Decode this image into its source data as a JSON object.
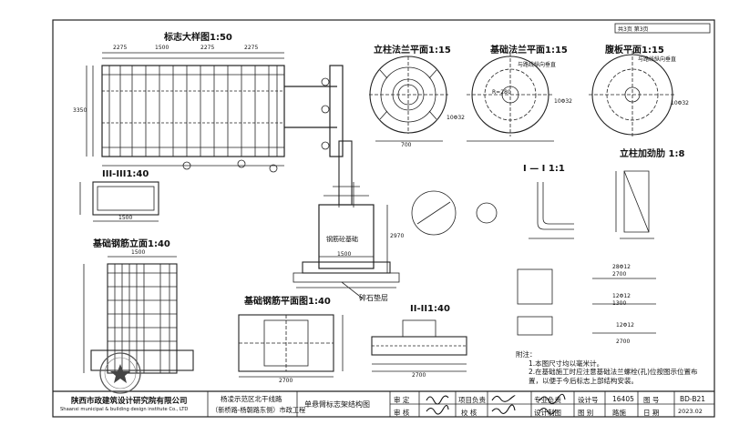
{
  "page_no": "共3页 第3页",
  "views": {
    "sign_detail": "标志大样图1:50",
    "column_flange": "立柱法兰平面1:15",
    "base_flange": "基础法兰平面1:15",
    "rib_plate": "腹板平面1:15",
    "section_3": "III-III1:40",
    "column_stiffener": "立柱加劲肋 1:8",
    "section_1": "I — I 1:1",
    "foundation_rebar_elev": "基础钢筋立面1:40",
    "foundation_rebar_plan": "基础钢筋平面图1:40",
    "section_2": "II-II1:40"
  },
  "dims": {
    "sign_top": [
      "2275",
      "1500",
      "2275",
      "2275"
    ],
    "sign_left": "3350",
    "base_w": "1500",
    "base_h": "2970",
    "plan_w": "2700",
    "sec2_w": "2700",
    "sec3_w": "1500",
    "rebar_w": "1500",
    "flange_d": "700",
    "flange_r": "R=280",
    "bolt_spec": "10Φ32",
    "rib_note": "与路线纵向垂直",
    "rebar_notes": [
      "28Φ12",
      "2700",
      "12Φ12",
      "1300",
      "12Φ12",
      "2700"
    ]
  },
  "labels": {
    "concrete_base": "钢筋砼基础",
    "gravel_layer": "碎石垫层"
  },
  "notes": {
    "heading": "附注：",
    "items": [
      "1.本图尺寸均以毫米计。",
      "2.在基础施工时应注意基础法兰螺栓(孔)位按图示位置布置，以便于今后标志上部结构安装。"
    ]
  },
  "title_block": {
    "company": "陕西市政建筑设计研究院有限公司",
    "company_en": "Shaanxi municipal & building design institute Co., LTD",
    "project_line1": "杨凌示范区北干线路",
    "project_line2": "（新桥路-杨朝路东侧）市政工程",
    "drawing_name": "单悬臂标志架结构图",
    "review": "审 定",
    "audit": "审 核",
    "project_lead": "项目负责",
    "check": "校 核",
    "discipline_lead": "专业负责",
    "designer": "设计制图",
    "design_no_label": "设计号",
    "design_no": "16405",
    "drawing_no_label": "图 号",
    "drawing_no": "BD-B21",
    "category_label": "图 别",
    "category": "路施",
    "date_label": "日 期",
    "date": "2023.02"
  }
}
